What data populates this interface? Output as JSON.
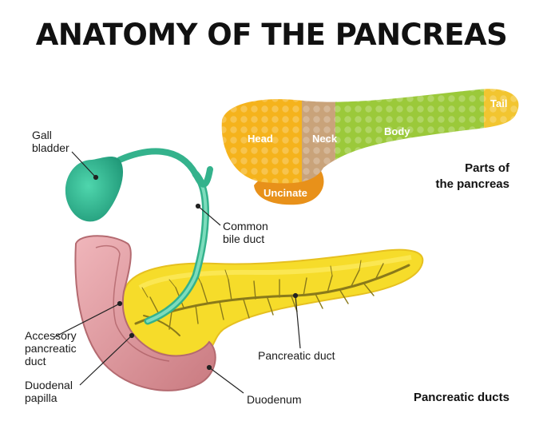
{
  "title": "ANATOMY OF THE PANCREAS",
  "parts_diagram": {
    "heading": "Parts of\nthe pancreas",
    "parts": {
      "head": "Head",
      "neck": "Neck",
      "body": "Body",
      "tail": "Tail",
      "uncinate": "Uncinate"
    }
  },
  "labels": {
    "gall_bladder": "Gall\nbladder",
    "common_bile_duct": "Common\nbile duct",
    "accessory_pancreatic_duct": "Accessory\npancreatic\nduct",
    "duodenal_papilla": "Duodenal\npapilla",
    "pancreatic_duct": "Pancreatic duct",
    "duodenum": "Duodenum"
  },
  "footer_heading": "Pancreatic ducts",
  "colors": {
    "head": "#f5b31c",
    "neck": "#c9a37a",
    "body": "#9bc93a",
    "tail": "#f2c530",
    "uncinate": "#e8911a",
    "gallbladder": "#2fb38f",
    "pancreas": "#f6dc2a",
    "duodenum": "#d98f94"
  }
}
